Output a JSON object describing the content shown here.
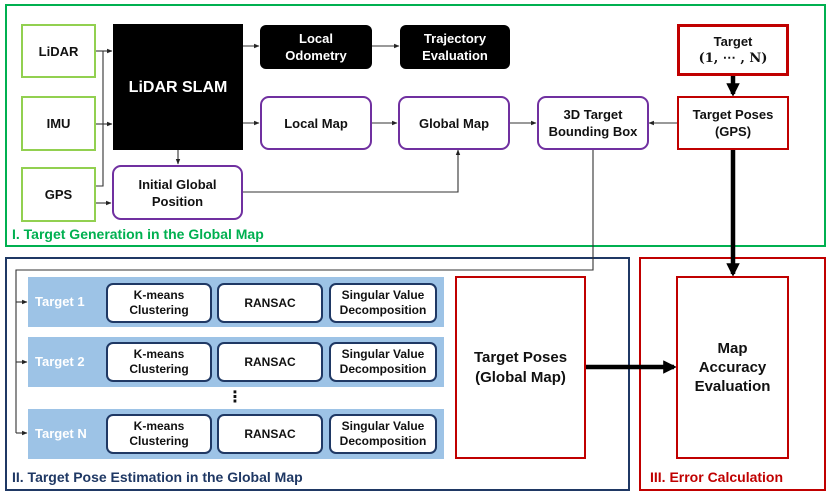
{
  "sections": {
    "s1": "I. Target Generation in the Global Map",
    "s2": "II. Target Pose Estimation in the Global Map",
    "s3": "III. Error Calculation"
  },
  "sensors": {
    "lidar": "LiDAR",
    "imu": "IMU",
    "gps": "GPS"
  },
  "nodes": {
    "lidar_slam": "LiDAR SLAM",
    "local_odometry": "Local\nOdometry",
    "trajectory_evaluation": "Trajectory\nEvaluation",
    "local_map": "Local Map",
    "global_map": "Global Map",
    "bounding_box": "3D Target\nBounding Box",
    "initial_position": "Initial Global\nPosition",
    "target_label": "Target",
    "target_range": "(1, ⋯ , N)",
    "target_poses_gps": "Target Poses\n(GPS)",
    "target_poses_map": "Target Poses\n(Global Map)",
    "map_accuracy": "Map\nAccuracy\nEvaluation"
  },
  "targets": [
    {
      "label": "Target 1",
      "steps": [
        "K-means\nClustering",
        "RANSAC",
        "Singular Value\nDecomposition"
      ]
    },
    {
      "label": "Target 2",
      "steps": [
        "K-means\nClustering",
        "RANSAC",
        "Singular Value\nDecomposition"
      ]
    },
    {
      "label": "Target N",
      "steps": [
        "K-means\nClustering",
        "RANSAC",
        "Singular Value\nDecomposition"
      ]
    }
  ],
  "ellipsis": "⋮",
  "colors": {
    "section1": "#00b050",
    "section2": "#1f3864",
    "section3": "#c00000",
    "sensor_border": "#92d050",
    "map_border": "#7030a0",
    "band_fill": "#9dc3e6"
  }
}
